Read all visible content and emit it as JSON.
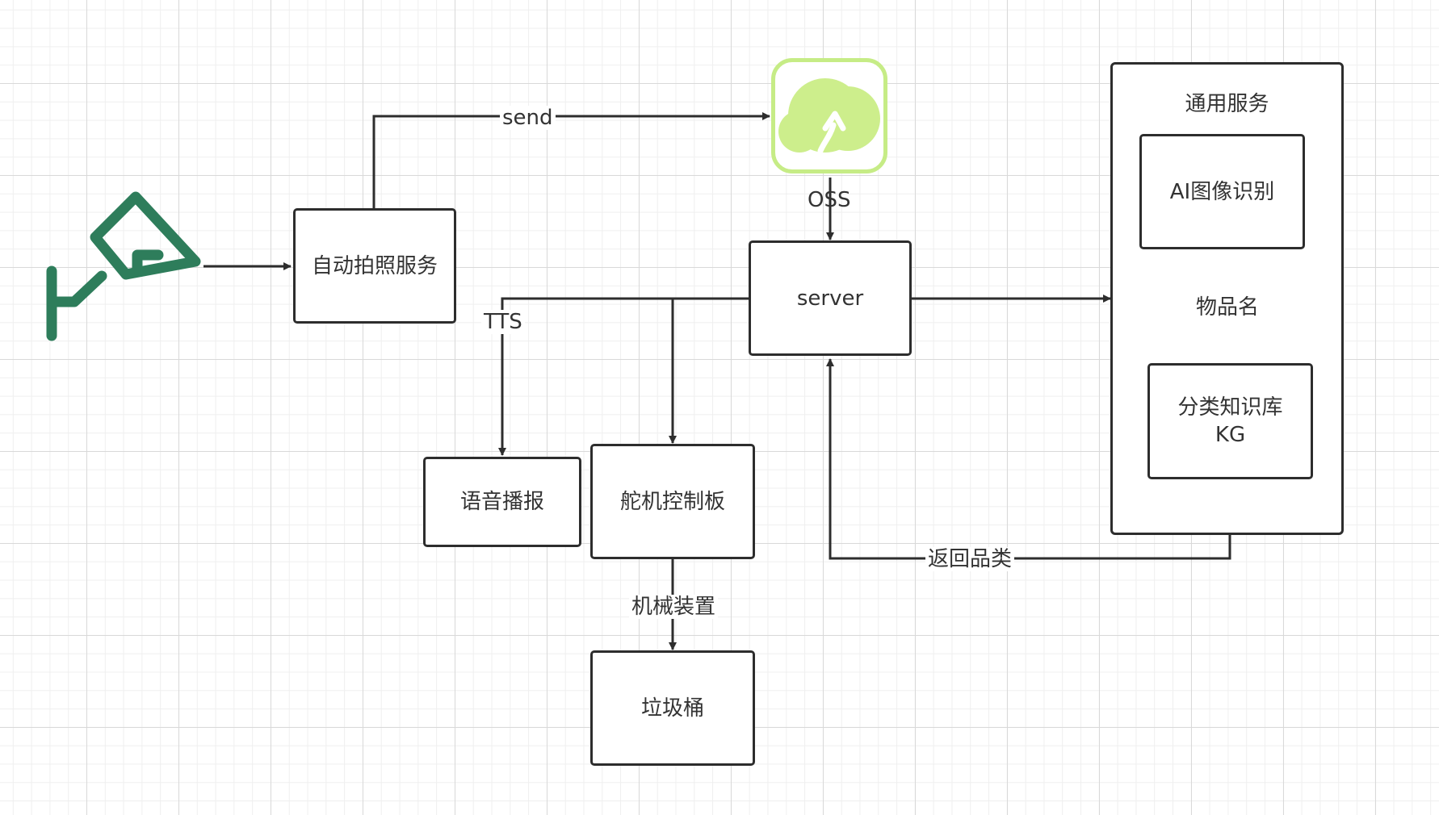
{
  "nodes": {
    "photo_service": "自动拍照服务",
    "server": "server",
    "voice": "语音播报",
    "servo_board": "舵机控制板",
    "trash_bin": "垃圾桶",
    "ai_recognition": "AI图像识别",
    "knowledge_base": "分类知识库\nKG"
  },
  "groups": {
    "general_services": "通用服务"
  },
  "edges": {
    "send": "send",
    "oss": "OSS",
    "tts": "TTS",
    "item_name": "物品名",
    "mechanical": "机械装置",
    "return_category": "返回品类"
  },
  "icons": {
    "camera": "security-camera-icon",
    "cloud": "cloud-upload-icon"
  },
  "colors": {
    "line": "#2d2d2d",
    "camera": "#2e7d5b",
    "cloud_fill": "#cdee8c",
    "cloud_border": "#c6ec86"
  }
}
